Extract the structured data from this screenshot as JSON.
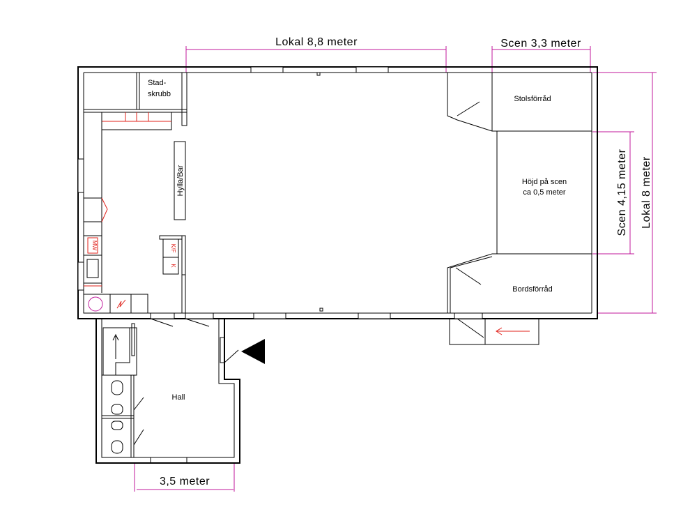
{
  "diagram": {
    "rooms": {
      "stadskrubb_line1": "Stad-",
      "stadskrubb_line2": "skrubb",
      "hylla_bar": "Hylla/Bar",
      "stolsforrad": "Stolsförråd",
      "scen_height_line1": "Höjd på scen",
      "scen_height_line2": "ca 0,5 meter",
      "bordsforrad": "Bordsförråd",
      "hall": "Hall"
    },
    "appliances": {
      "kf": "K/F",
      "k": "K",
      "mw": "MW"
    },
    "dimensions": {
      "lokal_width": "Lokal 8,8 meter",
      "scen_width": "Scen 3,3 meter",
      "scen_depth": "Scen 4,15 meter",
      "lokal_depth": "Lokal 8 meter",
      "hall_width": "3,5 meter"
    },
    "colors": {
      "walls": "#000000",
      "dimension_lines": "#c0179b",
      "markings": "#e0201a"
    },
    "icons": [
      "entrance-arrow-icon",
      "exit-arrow-icon",
      "toilet-icon",
      "stove-icon"
    ]
  }
}
